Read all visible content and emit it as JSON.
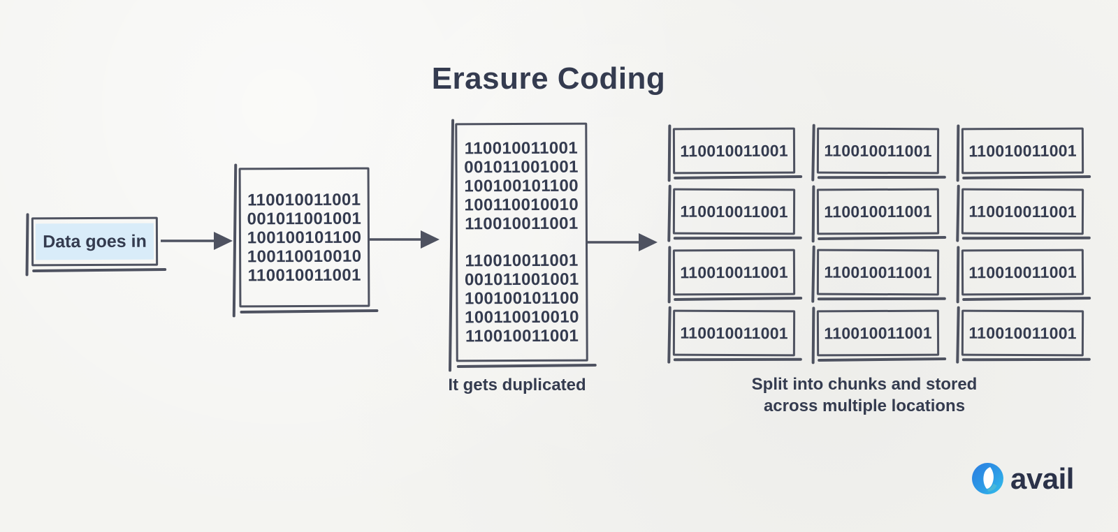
{
  "title": "Erasure Coding",
  "input_box": {
    "label": "Data goes in"
  },
  "original_block": {
    "lines": [
      "110010011001",
      "001011001001",
      "100100101100",
      "100110010010",
      "110010011001"
    ]
  },
  "duplicated_block": {
    "caption": "It gets duplicated",
    "groups": [
      [
        "110010011001",
        "001011001001",
        "100100101100",
        "100110010010",
        "110010011001"
      ],
      [
        "110010011001",
        "001011001001",
        "100100101100",
        "100110010010",
        "110010011001"
      ]
    ]
  },
  "chunks": {
    "caption_line1": "Split into chunks and stored",
    "caption_line2": "across multiple locations",
    "grid": [
      "110010011001",
      "110010011001",
      "110010011001",
      "110010011001",
      "110010011001",
      "110010011001",
      "110010011001",
      "110010011001",
      "110010011001",
      "110010011001",
      "110010011001",
      "110010011001"
    ]
  },
  "logo": {
    "wordmark": "avail",
    "icon": "avail-logo-icon"
  },
  "colors": {
    "bg": "#f4f4f1",
    "ink": "#4e5260",
    "text": "#343b4f",
    "input_fill": "#d9ecf9",
    "logo_navy": "#2b3249",
    "logo_blue_dark": "#2b7de0",
    "logo_blue_light": "#33c1ea"
  }
}
